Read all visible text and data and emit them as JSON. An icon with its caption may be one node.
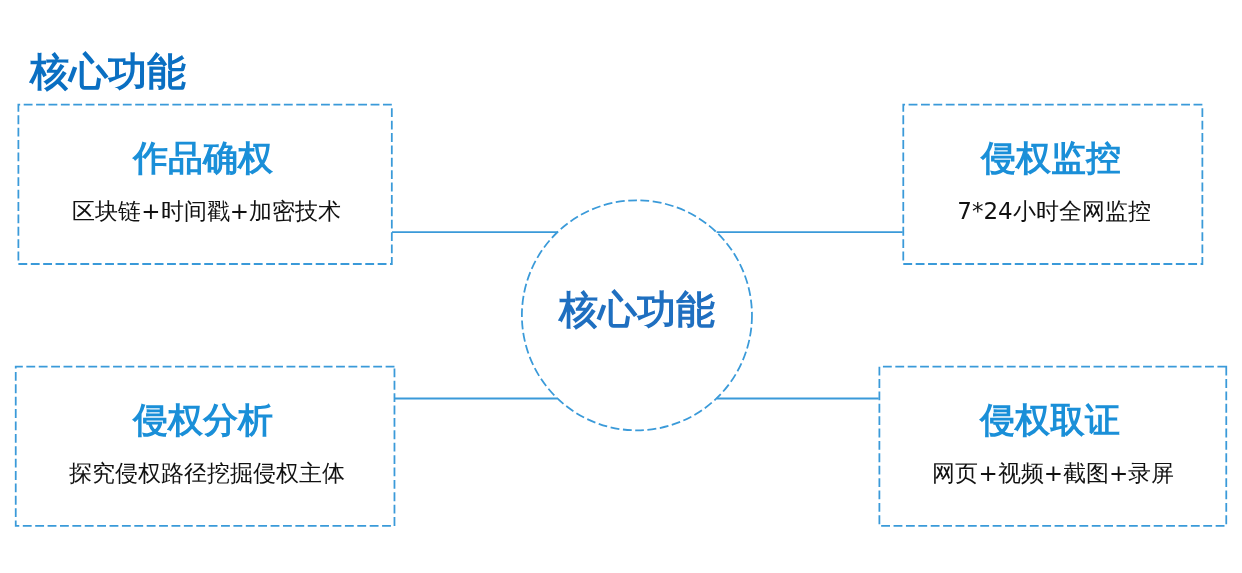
{
  "diagram": {
    "title": "核心功能",
    "nodes": [
      {
        "text": [
          "作品确权",
          "区块链+时间戳+加密技术"
        ]
      },
      {
        "text": [
          "侵权监控",
          "7*24小时全网监控"
        ]
      },
      {
        "text": [
          "核心功能"
        ]
      },
      {
        "text": [
          "侵权分析",
          "探究侵权路径挖掘侵权主体"
        ]
      },
      {
        "text": [
          "侵权取证",
          "网页+视频+截图+录屏"
        ]
      }
    ],
    "edges": [
      {
        "from": 0,
        "to": 2,
        "arrow": "none"
      },
      {
        "from": 3,
        "to": 2,
        "arrow": "none"
      },
      {
        "from": 2,
        "to": 1,
        "arrow": "none"
      },
      {
        "from": 2,
        "to": 4,
        "arrow": "none"
      }
    ]
  }
}
